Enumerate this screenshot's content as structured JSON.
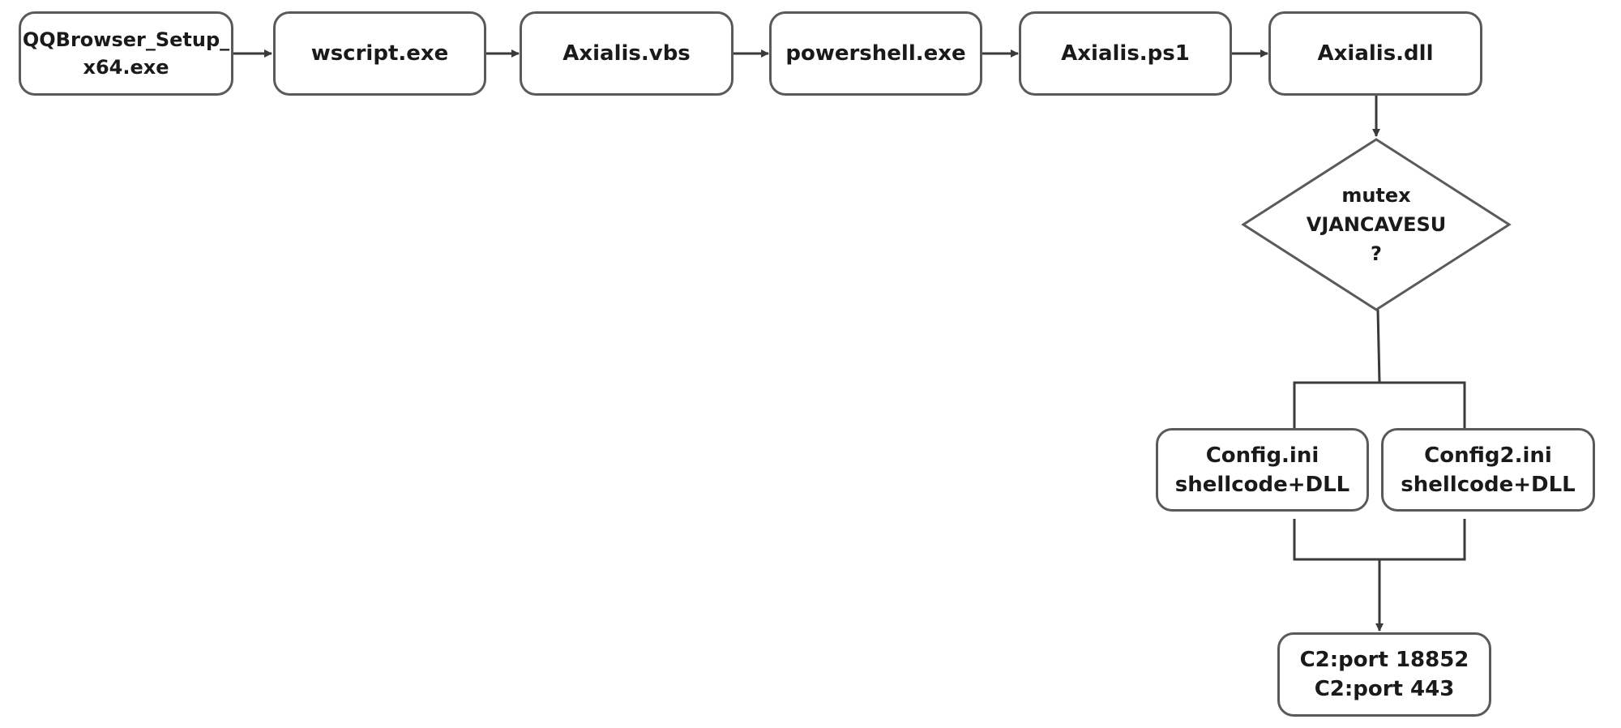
{
  "process_chain": [
    {
      "lines": [
        "QQBrowser_Setup_",
        "x64.exe"
      ]
    },
    {
      "lines": [
        "wscript.exe"
      ]
    },
    {
      "lines": [
        "Axialis.vbs"
      ]
    },
    {
      "lines": [
        "powershell.exe"
      ]
    },
    {
      "lines": [
        "Axialis.ps1"
      ]
    },
    {
      "lines": [
        "Axialis.dll"
      ]
    }
  ],
  "decision": {
    "lines": [
      "mutex",
      "VJANCAVESU",
      "?"
    ]
  },
  "configs": [
    {
      "lines": [
        "Config.ini",
        "shellcode+DLL"
      ]
    },
    {
      "lines": [
        "Config2.ini",
        "shellcode+DLL"
      ]
    }
  ],
  "c2": {
    "lines": [
      "C2:port 18852",
      "C2:port 443"
    ]
  },
  "colors": {
    "box_border": "#5a5a5a",
    "line": "#3a3a3a",
    "text": "#1a1a1a",
    "background": "#ffffff"
  }
}
